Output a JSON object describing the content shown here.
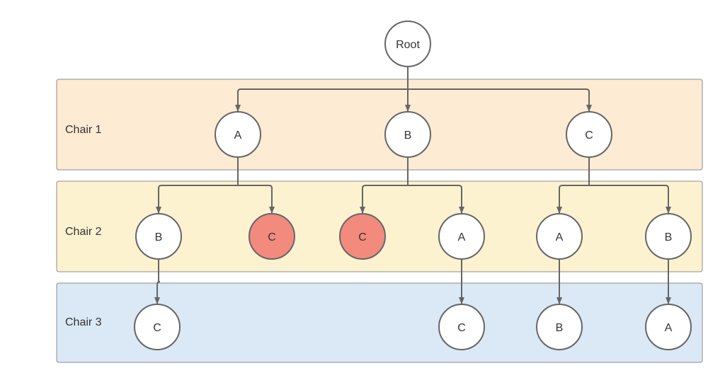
{
  "lanes": [
    {
      "label": "Chair 1",
      "fill": "#fdebd3"
    },
    {
      "label": "Chair 2",
      "fill": "#fdf2d0"
    },
    {
      "label": "Chair 3",
      "fill": "#dbe8f6"
    }
  ],
  "colors": {
    "node_fill": "#ffffff",
    "node_pruned_fill": "#f28b7e",
    "stroke": "#666666",
    "lane_border": "#8c8c8c"
  },
  "nodes": {
    "root": {
      "label": "Root"
    },
    "c1_a": {
      "label": "A"
    },
    "c1_b": {
      "label": "B"
    },
    "c1_c": {
      "label": "C"
    },
    "c2_ab": {
      "label": "B"
    },
    "c2_ac": {
      "label": "C",
      "pruned": true
    },
    "c2_bc": {
      "label": "C",
      "pruned": true
    },
    "c2_ba": {
      "label": "A"
    },
    "c2_ca": {
      "label": "A"
    },
    "c2_cb": {
      "label": "B"
    },
    "c3_abc": {
      "label": "C"
    },
    "c3_bac": {
      "label": "C"
    },
    "c3_cab": {
      "label": "B"
    },
    "c3_cba": {
      "label": "A"
    }
  },
  "edges": [
    [
      "root",
      "c1_a"
    ],
    [
      "root",
      "c1_b"
    ],
    [
      "root",
      "c1_c"
    ],
    [
      "c1_a",
      "c2_ab"
    ],
    [
      "c1_a",
      "c2_ac"
    ],
    [
      "c1_b",
      "c2_bc"
    ],
    [
      "c1_b",
      "c2_ba"
    ],
    [
      "c1_c",
      "c2_ca"
    ],
    [
      "c1_c",
      "c2_cb"
    ],
    [
      "c2_ab",
      "c3_abc"
    ],
    [
      "c2_ba",
      "c3_bac"
    ],
    [
      "c2_ca",
      "c3_cab"
    ],
    [
      "c2_cb",
      "c3_cba"
    ]
  ]
}
